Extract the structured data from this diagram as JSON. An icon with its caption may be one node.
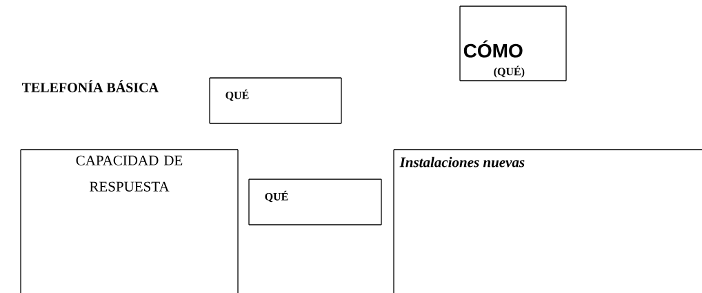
{
  "diagram": {
    "title": "TELEFONÍA BÁSICA",
    "nodes": [
      {
        "text": [
          "CÓMO",
          "(QUÉ)"
        ]
      },
      {
        "text": [
          "QUÉ"
        ]
      },
      {
        "text": [
          "CAPACIDAD DE RESPUESTA"
        ]
      },
      {
        "text": [
          "QUÉ"
        ]
      },
      {
        "text": [
          "Instalaciones nuevas"
        ]
      }
    ]
  }
}
